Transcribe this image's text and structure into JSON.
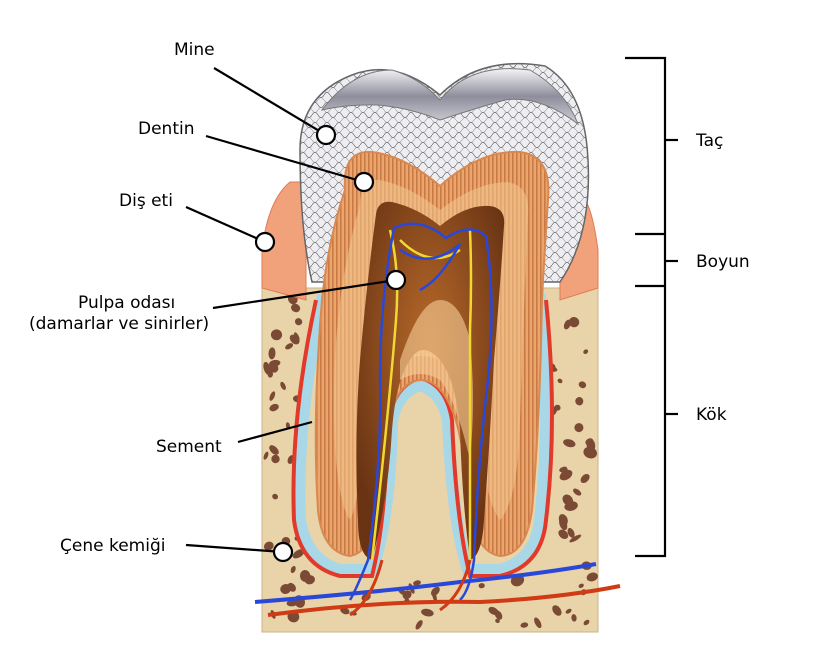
{
  "labels": {
    "enamel": "Mine",
    "dentin": "Dentin",
    "gum": "Diş eti",
    "pulp_line1": "Pulpa odası",
    "pulp_line2": "(damarlar ve sinirler)",
    "cementum": "Sement",
    "jawbone": "Çene kemiği"
  },
  "regions": {
    "crown": "Taç",
    "neck": "Boyun",
    "root": "Kök"
  },
  "colors": {
    "enamel": "#e8e8ec",
    "enamel_top": "#9a9aa6",
    "dentin": "#e9a46a",
    "dentin_light": "#f6cf9a",
    "pulp": "#8a4a1e",
    "gum": "#f2a27a",
    "bone": "#e8d2a8",
    "bone_hole": "#7a4a34",
    "cementum": "#e23a2a",
    "ligament": "#a8d8e8",
    "artery": "#d03a14",
    "vein": "#2a48d8",
    "nerve": "#f0d830"
  }
}
